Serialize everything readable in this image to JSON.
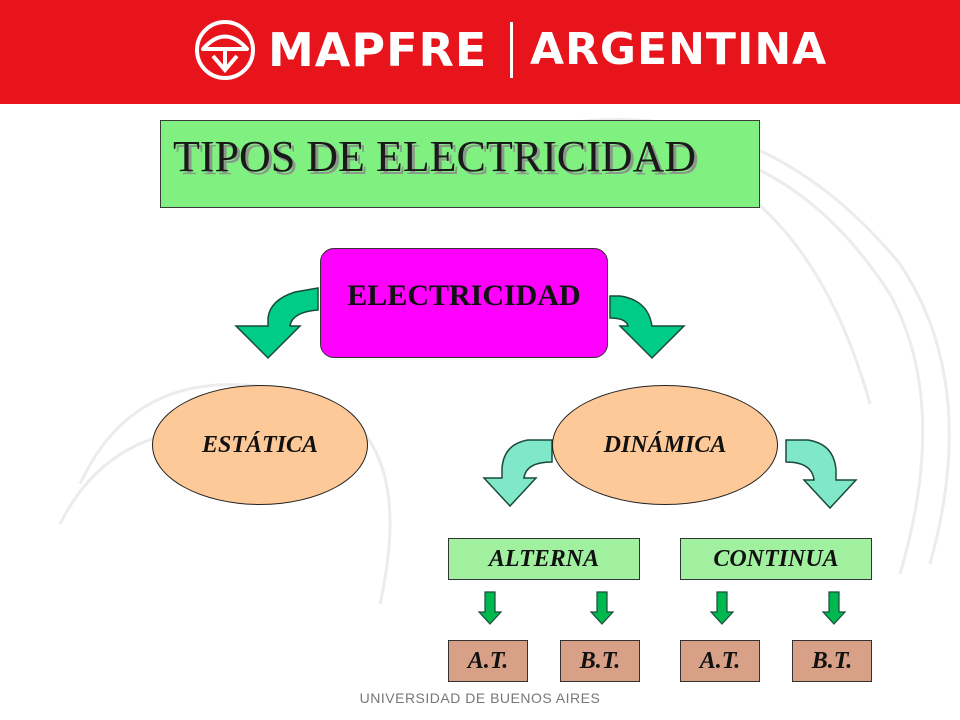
{
  "header": {
    "brand": "MAPFRE",
    "country": "ARGENTINA",
    "colors": {
      "background": "#e8141c",
      "text": "#ffffff"
    }
  },
  "title": "TIPOS DE ELECTRICIDAD",
  "diagram": {
    "root": "ELECTRICIDAD",
    "level1": {
      "static": "ESTÁTICA",
      "dynamic": "DINÁMICA"
    },
    "level2": {
      "alternating": "ALTERNA",
      "continuous": "CONTINUA"
    },
    "level3": {
      "alternating_high": "A.T.",
      "alternating_low": "B.T.",
      "continuous_high": "A.T.",
      "continuous_low": "B.T."
    },
    "colors": {
      "title_bg": "#80f080",
      "root_bg": "#ff00ff",
      "ellipse_bg": "#fec998",
      "level2_bg": "#a0f0a0",
      "level3_bg": "#d8a086",
      "arrow_dark": "#00cc88",
      "arrow_light": "#80e8c8",
      "arrow_small": "#00b850"
    }
  },
  "footer": "UNIVERSIDAD DE BUENOS AIRES"
}
